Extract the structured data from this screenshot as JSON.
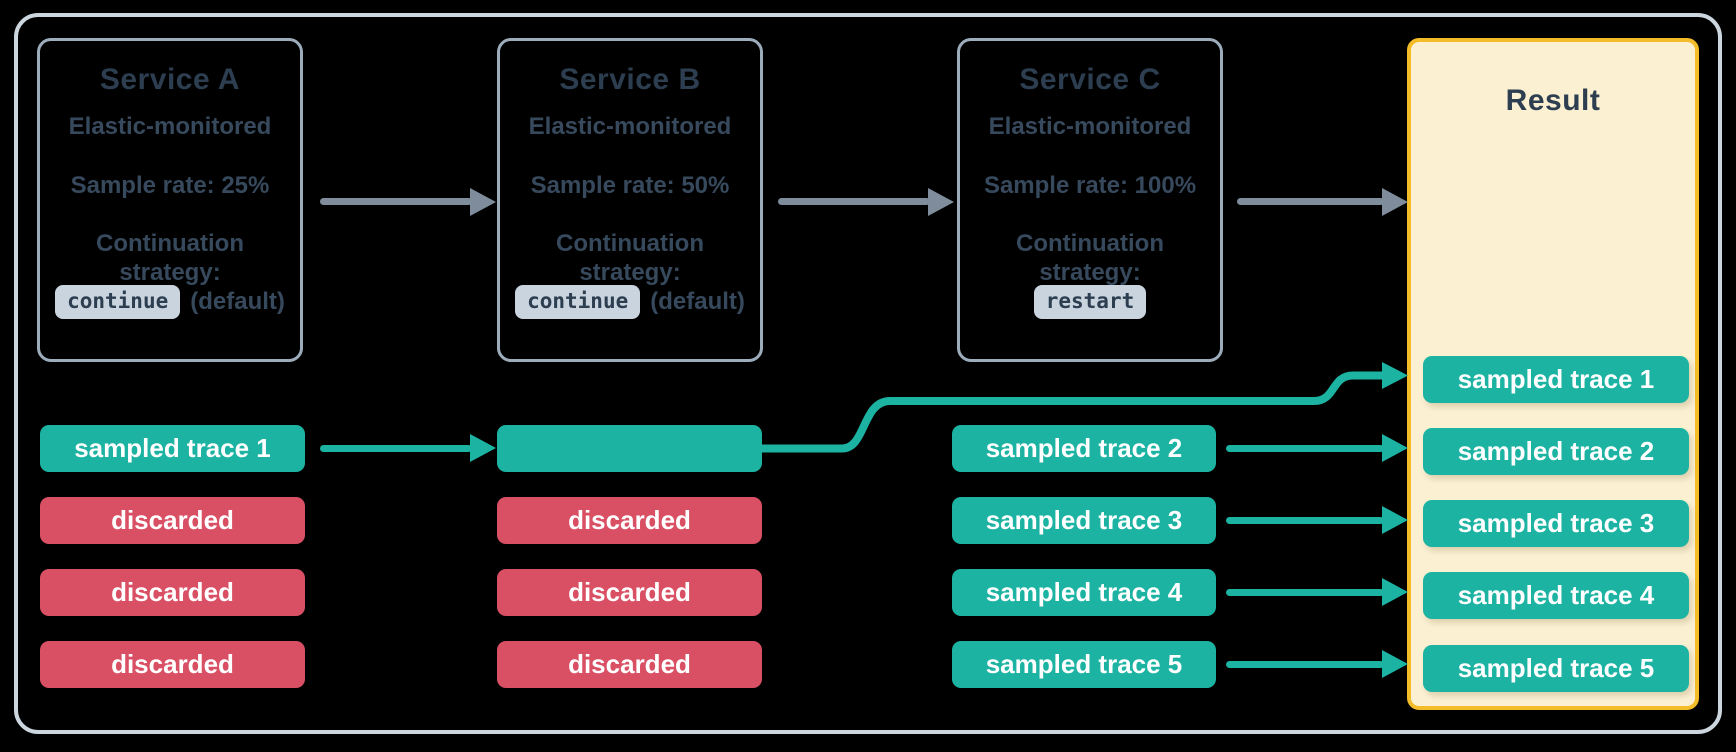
{
  "services": [
    {
      "title": "Service A",
      "monitored": "Elastic-monitored",
      "sample_rate": "Sample rate: 25%",
      "strategy_line1": "Continuation",
      "strategy_line2": "strategy:",
      "strategy_value": "continue",
      "strategy_suffix": "(default)"
    },
    {
      "title": "Service B",
      "monitored": "Elastic-monitored",
      "sample_rate": "Sample rate: 50%",
      "strategy_line1": "Continuation",
      "strategy_line2": "strategy:",
      "strategy_value": "continue",
      "strategy_suffix": "(default)"
    },
    {
      "title": "Service C",
      "monitored": "Elastic-monitored",
      "sample_rate": "Sample rate: 100%",
      "strategy_line1": "Continuation",
      "strategy_line2": "strategy:",
      "strategy_value": "restart",
      "strategy_suffix": ""
    }
  ],
  "result": {
    "title": "Result",
    "traces": [
      "sampled trace 1",
      "sampled trace 2",
      "sampled trace 3",
      "sampled trace 4",
      "sampled trace 5"
    ]
  },
  "columns": {
    "a": {
      "rows": [
        {
          "type": "sampled",
          "label": "sampled trace 1"
        },
        {
          "type": "discarded",
          "label": "discarded"
        },
        {
          "type": "discarded",
          "label": "discarded"
        },
        {
          "type": "discarded",
          "label": "discarded"
        }
      ]
    },
    "b": {
      "rows": [
        {
          "type": "sampled",
          "label": ""
        },
        {
          "type": "discarded",
          "label": "discarded"
        },
        {
          "type": "discarded",
          "label": "discarded"
        },
        {
          "type": "discarded",
          "label": "discarded"
        }
      ]
    },
    "c": {
      "rows": [
        {
          "type": "sampled",
          "label": "sampled trace 2"
        },
        {
          "type": "sampled",
          "label": "sampled trace 3"
        },
        {
          "type": "sampled",
          "label": "sampled trace 4"
        },
        {
          "type": "sampled",
          "label": "sampled trace 5"
        }
      ]
    }
  },
  "colors": {
    "sampled_teal": "#1cb3a2",
    "discarded_red": "#d94f63",
    "flow_arrow_gray": "#7e8c9b",
    "service_border": "#9dacbb",
    "outer_border": "#ccd6de",
    "result_background": "#fbf0d2",
    "result_border": "#f3bc28",
    "code_chip_background": "#c9d4de",
    "text_dark": "#2c3e50"
  }
}
